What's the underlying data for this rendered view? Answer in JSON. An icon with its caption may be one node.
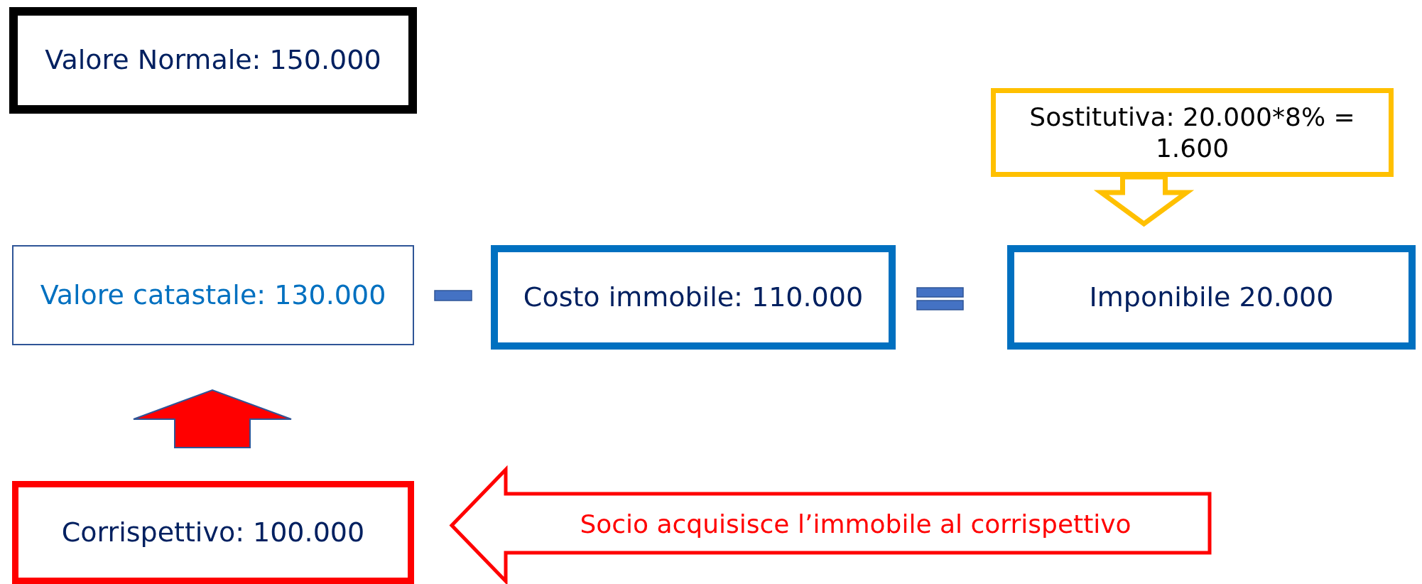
{
  "diagram": {
    "nodes": [
      {
        "text": [
          "Valore Normale: 150.000"
        ]
      },
      {
        "text": [
          "Sostitutiva: 20.000*8% = 1.600"
        ]
      },
      {
        "text": [
          "Valore catastale: 130.000"
        ]
      },
      {
        "text": [
          "Costo immobile: 110.000"
        ]
      },
      {
        "text": [
          "Imponibile 20.000"
        ]
      },
      {
        "text": [
          "Corrispettivo: 100.000"
        ]
      },
      {
        "text": [
          "Socio acquisisce l’immobile al corrispettivo"
        ]
      }
    ],
    "edges": [
      {
        "from": 1,
        "to": 4,
        "arrow": "to",
        "style": "thick",
        "color": "#ffc000"
      },
      {
        "from": 5,
        "to": 2,
        "arrow": "to",
        "style": "thick",
        "color": "#ff0000"
      }
    ]
  }
}
